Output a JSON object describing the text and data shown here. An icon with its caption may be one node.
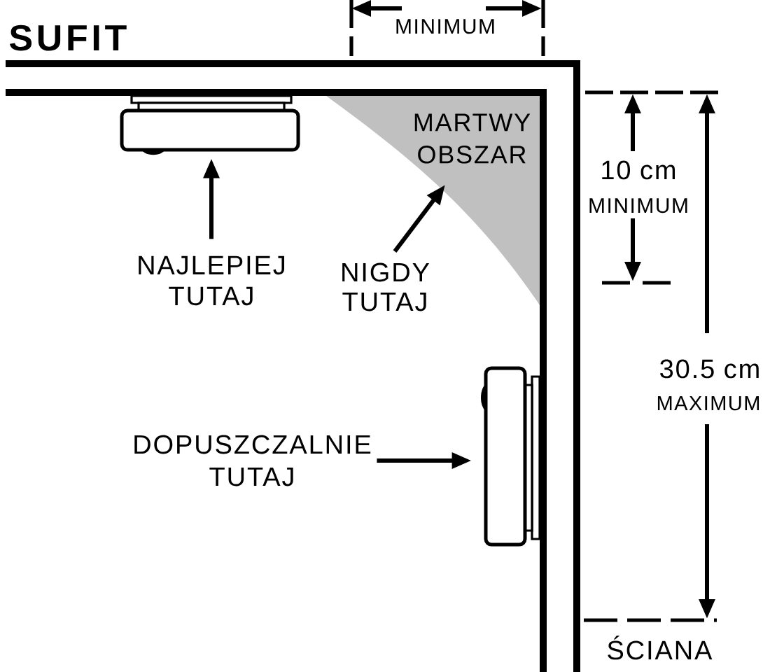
{
  "diagram": {
    "nodes": [
      {
        "text": [],
        "shape": "box"
      },
      {
        "text": [
          "NAJLEPIEJ TUTAJ"
        ]
      },
      {
        "text": [
          "MARTWY OBSZAR"
        ]
      },
      {
        "text": [
          "NIGDY TUTAJ"
        ]
      },
      {
        "text": [],
        "shape": "box"
      },
      {
        "text": [
          "DOPUSZCZALNIE TUTAJ"
        ]
      }
    ],
    "edges": [
      {
        "from": 1,
        "to": 0,
        "arrow": "to"
      },
      {
        "from": 3,
        "to": 2,
        "arrow": "to"
      },
      {
        "from": 5,
        "to": 4,
        "arrow": "to"
      }
    ],
    "labels": [
      "SUFIT",
      "MINIMUM",
      "10 cm",
      "MINIMUM",
      "30.5 cm",
      "MAXIMUM",
      "ŚCIANA"
    ]
  }
}
